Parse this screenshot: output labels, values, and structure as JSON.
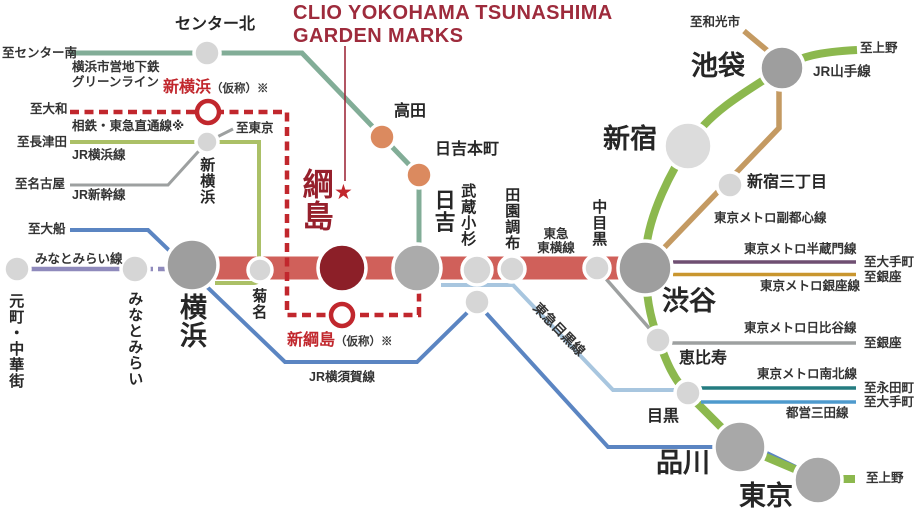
{
  "title": {
    "line1": "CLIO YOKOHAMA TSUNASHIMA",
    "line2": "GARDEN MARKS"
  },
  "glyphs": {
    "star": "★"
  },
  "colors": {
    "brand_crimson": "#9e2b3c",
    "toyoko_red_band": "#d0605a",
    "tsunashima_maroon": "#8c1f28",
    "sotetsu_dashed_red": "#c1272d",
    "municipal_green": "#82ad97",
    "jr_yokohama_olive": "#abc067",
    "shinkansen_gray": "#9da0a0",
    "minatomirai_purple": "#8f8abc",
    "yokosuka_blue": "#5b85c2",
    "tokyu_meguro_lightblue": "#a8c6df",
    "yamanote_green": "#8cb84e",
    "fukutoshin_tan": "#c49a62",
    "hanzomon_purple": "#6f4f72",
    "ginza_orange": "#c9962f",
    "hibiya_silver": "#9da0a0",
    "namboku_teal": "#247c80",
    "mita_blue": "#4e9acd",
    "station_gray_large": "#9e9e9e",
    "station_gray_small": "#d6d6d6",
    "takata_orange": "#db8a5f"
  },
  "stations": {
    "center_kita": "センター北",
    "shin_yokohama_tentative": "新横浜",
    "shin_tsunashima_tentative": "新綱島",
    "tentative_suffix": "（仮称）※",
    "shin_yokohama": "新横浜",
    "takata": "高田",
    "hiyoshi_honcho": "日吉本町",
    "motomachi_chukagai": "元町・中華街",
    "minatomirai": "みなとみらい",
    "yokohama": "横浜",
    "kikuna": "菊名",
    "tsunashima": "綱島",
    "hiyoshi": "日吉",
    "musashi_kosugi": "武蔵小杉",
    "denenchofu": "田園調布",
    "naka_meguro": "中目黒",
    "shibuya": "渋谷",
    "shinjuku": "新宿",
    "shinjuku_sanchome": "新宿三丁目",
    "ikebukuro": "池袋",
    "ebisu": "恵比寿",
    "meguro": "目黒",
    "shinagawa": "品川",
    "tokyo": "東京"
  },
  "lines": {
    "municipal_subway1": "横浜市営地下鉄",
    "municipal_subway2": "グリーンライン",
    "sotetsu_tokyu": "相鉄・東急直通線※",
    "jr_yokohama": "JR横浜線",
    "jr_shinkansen": "JR新幹線",
    "minatomirai": "みなとみらい線",
    "jr_yokosuka": "JR横須賀線",
    "toyoko1": "東急",
    "toyoko2": "東横線",
    "tokyu_meguro": "東急目黒線",
    "jr_yamanote": "JR山手線",
    "fukutoshin": "東京メトロ副都心線",
    "hanzomon": "東京メトロ半蔵門線",
    "ginza": "東京メトロ銀座線",
    "hibiya": "東京メトロ日比谷線",
    "namboku": "東京メトロ南北線",
    "mita": "都営三田線"
  },
  "destinations": {
    "center_minami": "至センター南",
    "yamato": "至大和",
    "nagatsuta": "至長津田",
    "nagoya": "至名古屋",
    "tokyo": "至東京",
    "ofuna": "至大船",
    "wakoshi": "至和光市",
    "ueno_top": "至上野",
    "otemachi_hanzomon": "至大手町",
    "ginza_ginza": "至銀座",
    "ginza_hibiya": "至銀座",
    "nagatacho": "至永田町",
    "otemachi_mita": "至大手町",
    "ueno_bottom": "至上野"
  }
}
